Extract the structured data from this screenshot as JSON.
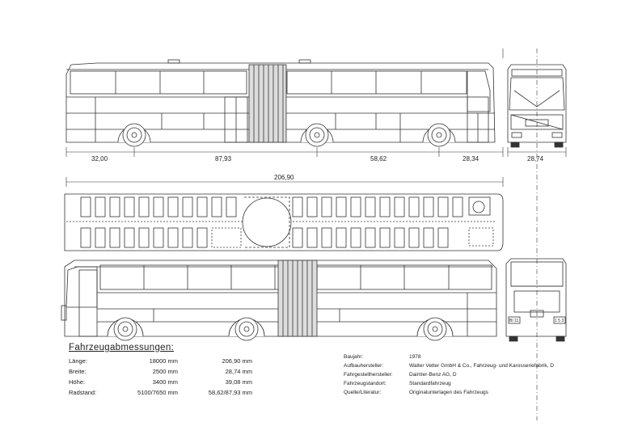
{
  "dimension_labels": {
    "seg1": "32,00",
    "seg2": "87,93",
    "seg3": "58,62",
    "seg4": "28,34",
    "width": "28,74",
    "total": "206,90"
  },
  "specs": {
    "title": "Fahrzeugabmessungen:",
    "rows": [
      {
        "label": "Länge:",
        "mm": "18000 mm",
        "scaled": "206,90 mm"
      },
      {
        "label": "Breite:",
        "mm": "2500 mm",
        "scaled": "28,74 mm"
      },
      {
        "label": "Höhe:",
        "mm": "3400 mm",
        "scaled": "39,08 mm"
      },
      {
        "label": "Radstand:",
        "mm": "5100/7650 mm",
        "scaled": "58,62/87,93 mm"
      }
    ]
  },
  "info": {
    "rows": [
      {
        "key": "Baujahr:",
        "value": "1978"
      },
      {
        "key": "Aufbauhersteller:",
        "value": "Walter Vetter GmbH & Co., Fahrzeug- und Karosseriefabrik, D"
      },
      {
        "key": "Fahrgestellhersteller:",
        "value": "Daimler-Benz AG, D"
      },
      {
        "key": "Fahrzeugstandort:",
        "value": "Standardfahrzeug"
      },
      {
        "key": "Quelle/Literatur:",
        "value": "Originalunterlagen des Fahrzeugs"
      }
    ]
  },
  "plates": {
    "left": "BI 11",
    "right": "1 5 3"
  }
}
